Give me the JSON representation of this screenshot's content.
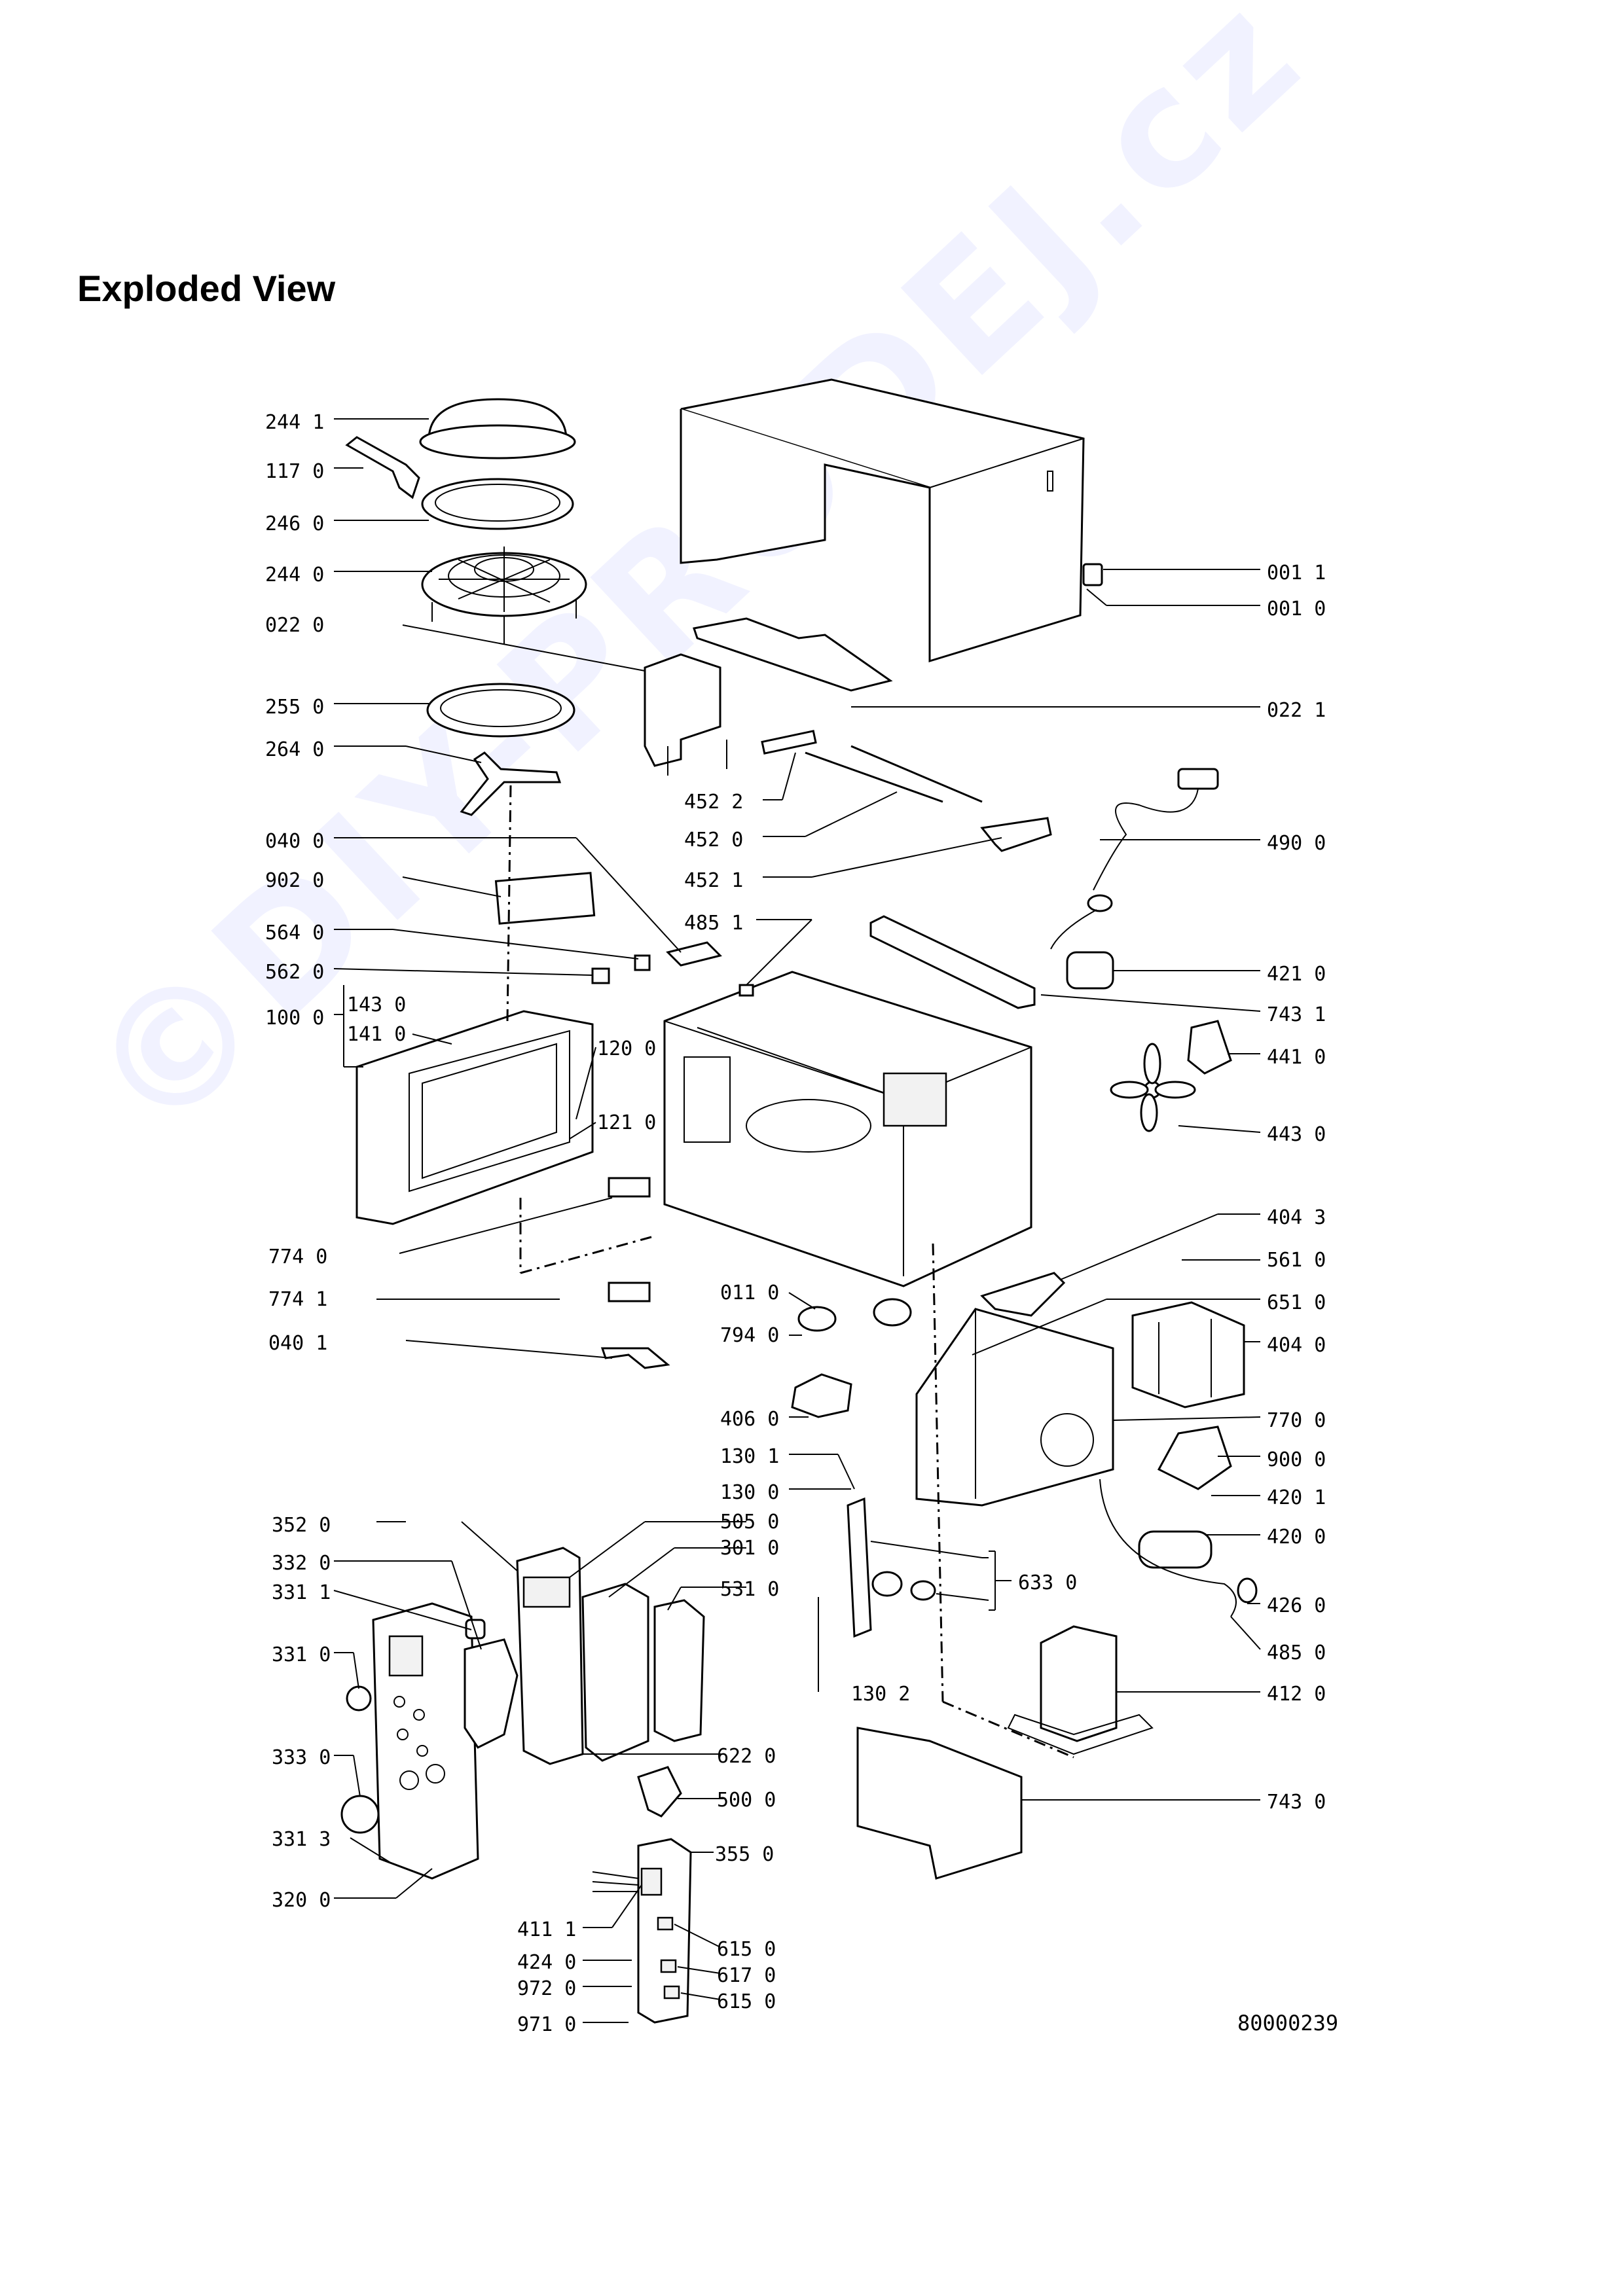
{
  "title": "Exploded View",
  "watermark": "©DIY-PRODEJ.cz",
  "drawing_number": "80000239",
  "labels": [
    "244 1",
    "117 0",
    "246 0",
    "244 0",
    "022 0",
    "255 0",
    "264 0",
    "040 0",
    "902 0",
    "564 0",
    "562 0",
    "143 0",
    "100 0",
    "141 0",
    "120 0",
    "121 0",
    "774 0",
    "774 1",
    "040 1",
    "001 1",
    "001 0",
    "022 1",
    "452 2",
    "452 0",
    "452 1",
    "490 0",
    "485 1",
    "421 0",
    "743 1",
    "441 0",
    "443 0",
    "404 3",
    "011 0",
    "561 0",
    "651 0",
    "794 0",
    "404 0",
    "406 0",
    "770 0",
    "130 1",
    "900 0",
    "130 0",
    "420 1",
    "352 0",
    "505 0",
    "301 0",
    "420 0",
    "332 0",
    "531 0",
    "633 0",
    "331 1",
    "426 0",
    "331 0",
    "485 0",
    "130 2",
    "412 0",
    "333 0",
    "622 0",
    "500 0",
    "743 0",
    "331 3",
    "355 0",
    "320 0",
    "411 1",
    "615 0",
    "424 0",
    "617 0",
    "972 0",
    "615 0",
    "971 0"
  ]
}
